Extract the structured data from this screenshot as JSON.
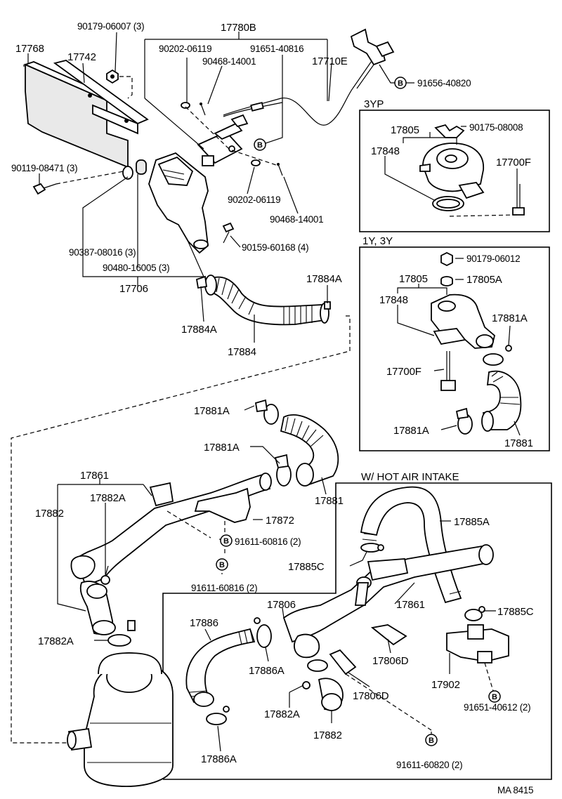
{
  "footer_code": "MA 8415",
  "section_headers": {
    "box_3yp": "3YP",
    "box_1y3y": "1Y, 3Y",
    "hot_air": "W/ HOT AIR INTAKE"
  },
  "bolt_marker_glyph": "B",
  "labels": {
    "l_90179_06007": "90179-06007 (3)",
    "l_17780B": "17780B",
    "l_17768": "17768",
    "l_17742": "17742",
    "l_90202_06119_top": "90202-06119",
    "l_91651_40816": "91651-40816",
    "l_90468_14001_top": "90468-14001",
    "l_17710E": "17710E",
    "l_91656_40820": "91656-40820",
    "l_90119_08471": "90119-08471 (3)",
    "l_90202_06119_mid": "90202-06119",
    "l_90468_14001_mid": "90468-14001",
    "l_90387_08016": "90387-08016 (3)",
    "l_90159_60168": "90159-60168 (4)",
    "l_90480_16005": "90480-16005 (3)",
    "l_17706": "17706",
    "l_17884A_right": "17884A",
    "l_17884A_left": "17884A",
    "l_17884": "17884",
    "l_3yp_17805": "17805",
    "l_3yp_90175_08008": "90175-08008",
    "l_3yp_17848": "17848",
    "l_3yp_17700F": "17700F",
    "l_1y_90179_06012": "90179-06012",
    "l_1y_17805": "17805",
    "l_1y_17805A": "17805A",
    "l_1y_17848": "17848",
    "l_1y_17881A_top": "17881A",
    "l_1y_17700F": "17700F",
    "l_1y_17881A_bottom": "17881A",
    "l_1y_17881": "17881",
    "l_17881A_upper": "17881A",
    "l_17881A_lower": "17881A",
    "l_17881": "17881",
    "l_17861_left": "17861",
    "l_17882A_upper": "17882A",
    "l_17882": "17882",
    "l_17872": "17872",
    "l_91611_60816_a": "91611-60816 (2)",
    "l_91611_60816_b": "91611-60816 (2)",
    "l_17882A_left": "17882A",
    "l_17885A": "17885A",
    "l_17885C_upper": "17885C",
    "l_17861_right": "17861",
    "l_17806": "17806",
    "l_17886": "17886",
    "l_17885C_right": "17885C",
    "l_17886A_upper": "17886A",
    "l_17806D_upper": "17806D",
    "l_17902": "17902",
    "l_17806D_lower": "17806D",
    "l_91651_40612": "91651-40612 (2)",
    "l_17882A_hot": "17882A",
    "l_17882_hot": "17882",
    "l_17886A_lower": "17886A",
    "l_91611_60820": "91611-60820 (2)"
  }
}
